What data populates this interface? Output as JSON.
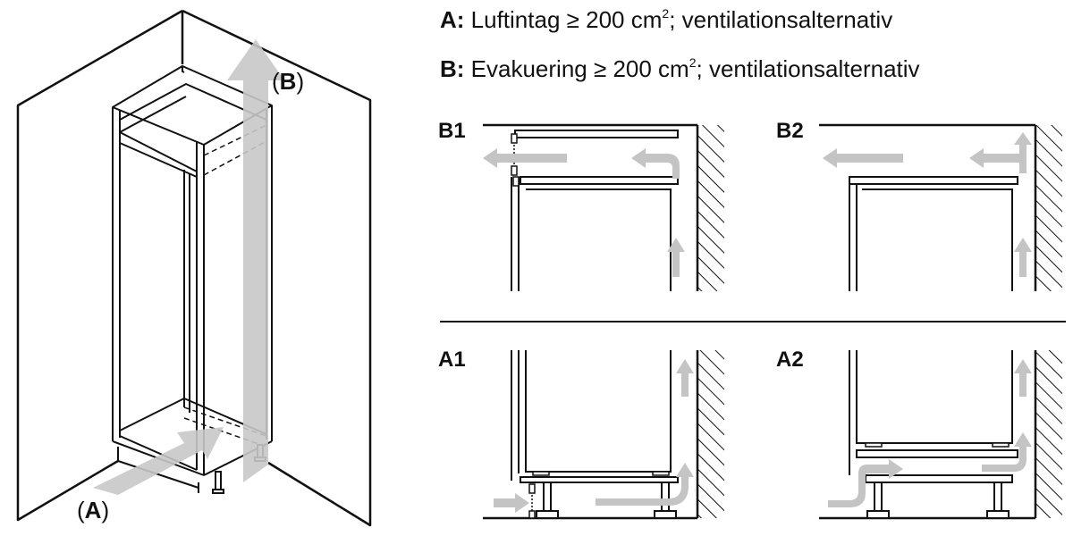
{
  "legend": {
    "a_key": "A:",
    "a_text": " Luftintag ≥ 200 cm",
    "a_sup": "2",
    "a_tail": "; ventilationsalternativ",
    "b_key": "B:",
    "b_text": " Evakuering ≥ 200 cm",
    "b_sup": "2",
    "b_tail": "; ventilationsalternativ"
  },
  "cabinet": {
    "label_a_open": "(",
    "label_a": "A",
    "label_a_close": ")",
    "label_b_open": "(",
    "label_b": "B",
    "label_b_close": ")"
  },
  "panels": {
    "b1": "B1",
    "b2": "B2",
    "a1": "A1",
    "a2": "A2"
  },
  "colors": {
    "line": "#111111",
    "arrow": "#c4c4c4",
    "arrow_dark": "#b5b5b5"
  }
}
